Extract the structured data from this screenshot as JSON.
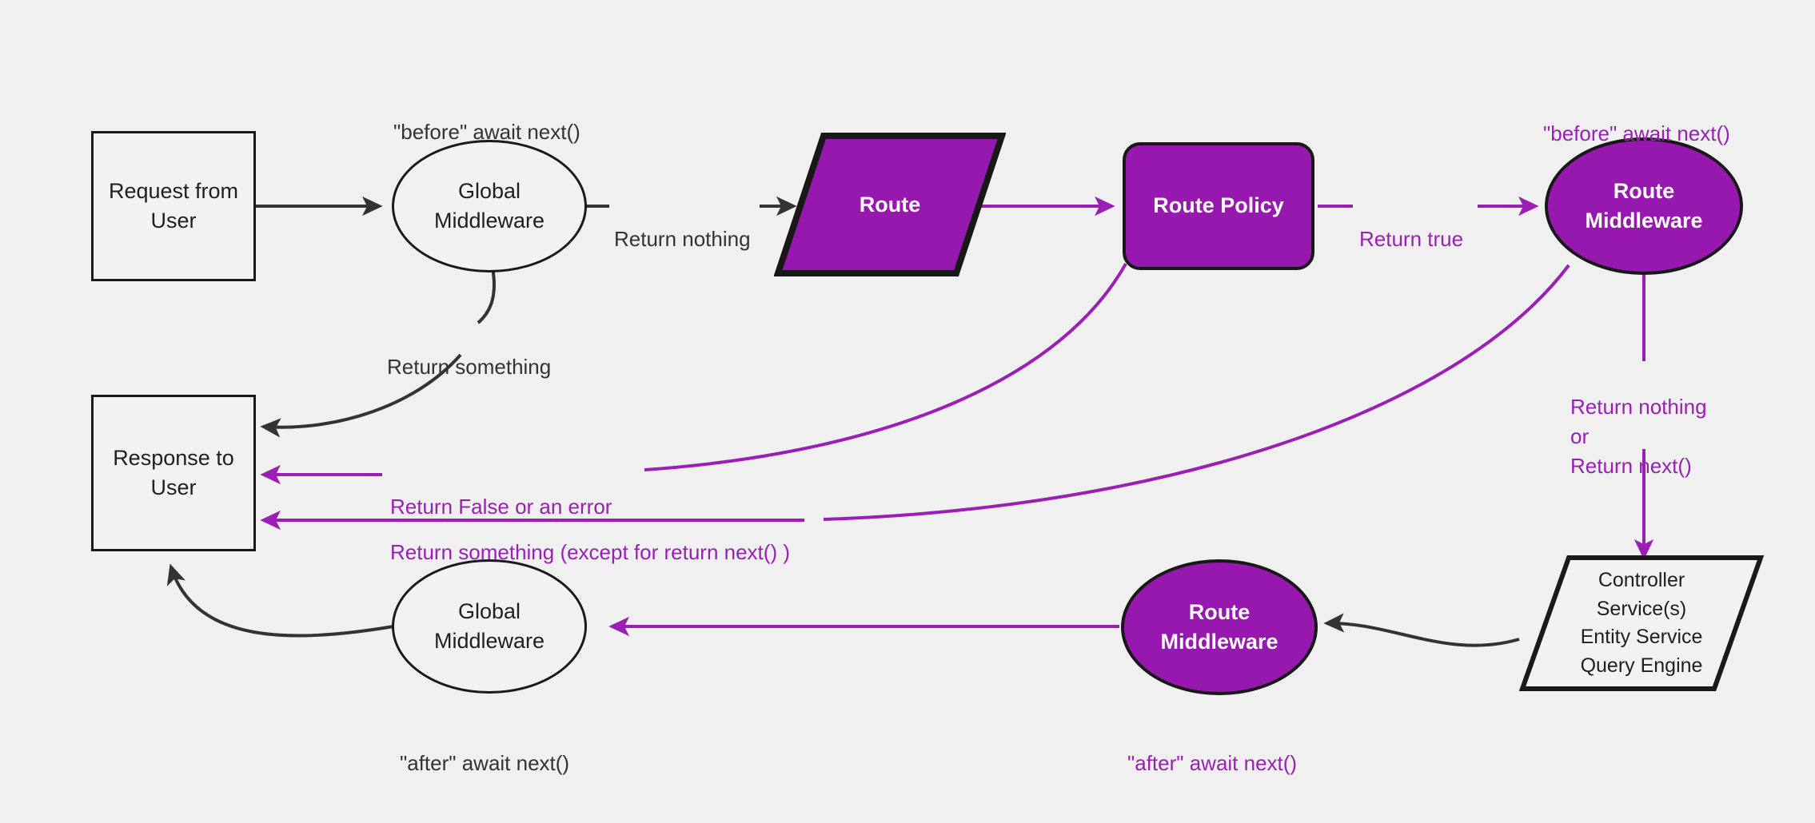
{
  "diagram": {
    "title": "Strapi request lifecycle middleware flow",
    "background_color": "#f0f0f0",
    "accent_purple": "#9718ae",
    "dark_stroke": "#1f1f1f"
  },
  "nodes": {
    "request_from_user": {
      "label": "Request from\nUser",
      "shape": "rectangle",
      "fill": "#f2f2f2"
    },
    "global_middleware_top": {
      "label": "Global\nMiddleware",
      "shape": "ellipse",
      "fill": "#f2f2f2"
    },
    "route": {
      "label": "Route",
      "shape": "parallelogram",
      "fill": "#9718ae"
    },
    "route_policy": {
      "label": "Route Policy",
      "shape": "rounded-rectangle",
      "fill": "#9718ae"
    },
    "route_middleware_top": {
      "label": "Route\nMiddleware",
      "shape": "ellipse",
      "fill": "#9718ae"
    },
    "controller_services": {
      "label": "Controller\nService(s)\nEntity Service\nQuery Engine",
      "shape": "parallelogram",
      "fill": "#f2f2f2"
    },
    "route_middleware_bottom": {
      "label": "Route\nMiddleware",
      "shape": "ellipse",
      "fill": "#9718ae"
    },
    "global_middleware_bottom": {
      "label": "Global\nMiddleware",
      "shape": "ellipse",
      "fill": "#f2f2f2"
    },
    "response_to_user": {
      "label": "Response to\nUser",
      "shape": "rectangle",
      "fill": "#f2f2f2"
    }
  },
  "annotations": {
    "before_await_next_global": {
      "text": "\"before\" await next()",
      "color": "#333333"
    },
    "before_await_next_route": {
      "text": "\"before\" await next()",
      "color": "#9b1fb5"
    },
    "after_await_next_global": {
      "text": "\"after\" await next()",
      "color": "#333333"
    },
    "after_await_next_route": {
      "text": "\"after\" await next()",
      "color": "#9b1fb5"
    }
  },
  "edge_labels": {
    "return_nothing_top": {
      "text": "Return nothing",
      "color": "#333333"
    },
    "return_something_top": {
      "text": "Return something",
      "color": "#333333"
    },
    "return_true": {
      "text": "Return true",
      "color": "#9b1fb5"
    },
    "return_nothing_or_next": {
      "text": "Return nothing\nor\nReturn next()",
      "color": "#9b1fb5"
    },
    "return_false_or_error": {
      "text": "Return False or an error",
      "color": "#9b1fb5"
    },
    "return_something_except_next": {
      "text": "Return something (except for return next() )",
      "color": "#9b1fb5"
    }
  }
}
